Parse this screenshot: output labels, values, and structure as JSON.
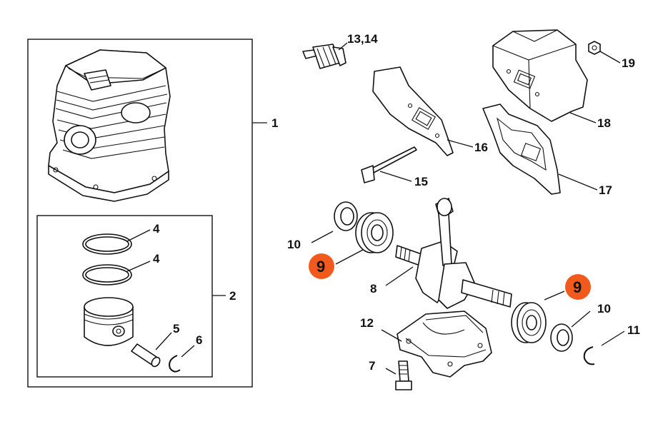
{
  "callouts": {
    "c1": "1",
    "c2": "2",
    "c4a": "4",
    "c4b": "4",
    "c5": "5",
    "c6": "6",
    "c7": "7",
    "c8": "8",
    "c9a": "9",
    "c9b": "9",
    "c10a": "10",
    "c10b": "10",
    "c11": "11",
    "c12": "12",
    "c13": "13,14",
    "c15": "15",
    "c16": "16",
    "c17": "17",
    "c18": "18",
    "c19": "19"
  },
  "colors": {
    "highlight": "#f25a1d",
    "line": "#111111"
  }
}
